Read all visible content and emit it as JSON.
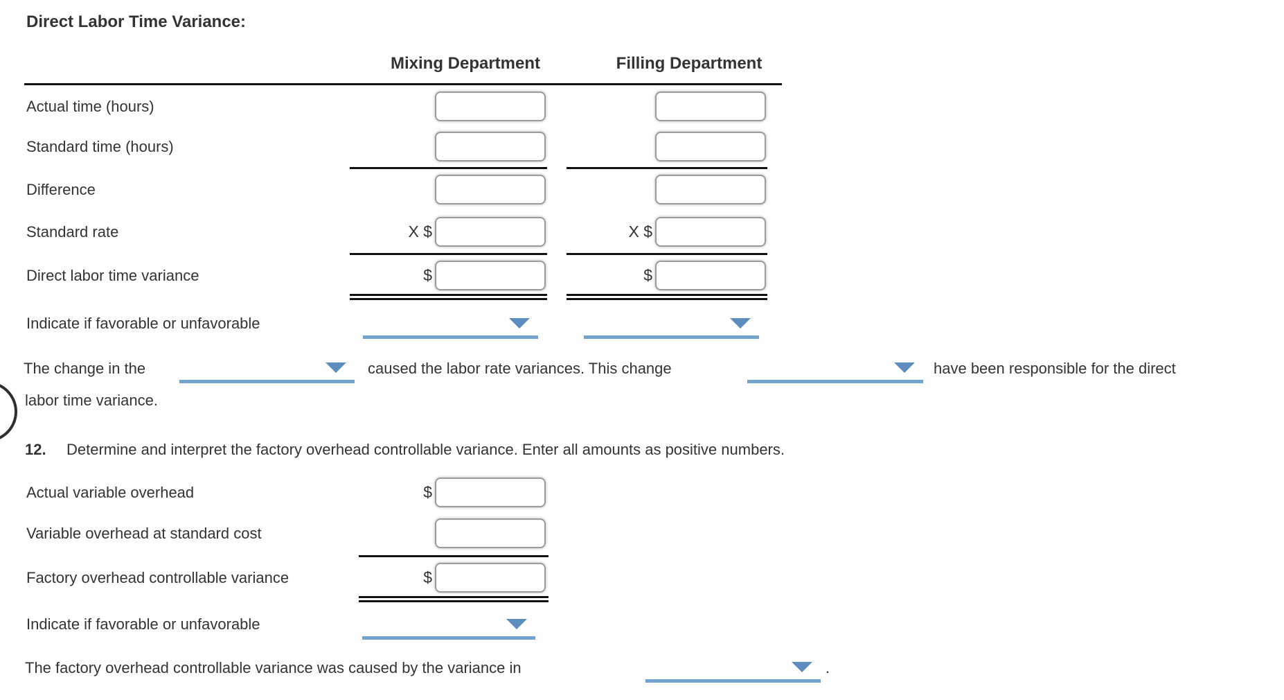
{
  "title": "Direct Labor Time Variance:",
  "labor_table": {
    "col_mixing": "Mixing Department",
    "col_filling": "Filling Department",
    "rows": {
      "actual_time": "Actual time (hours)",
      "standard_time": "Standard time (hours)",
      "difference": "Difference",
      "standard_rate": "Standard rate",
      "variance": "Direct labor time variance",
      "indicate": "Indicate if favorable or unfavorable"
    },
    "prefix_multiply": "X $",
    "prefix_dollar": "$"
  },
  "sentence1": {
    "part1": "The change in the",
    "part2": "caused the labor rate variances. This change",
    "part3": "have been responsible for the direct",
    "part4": "labor time variance."
  },
  "question12": {
    "number": "12.",
    "text": "Determine and interpret the factory overhead controllable variance. Enter all amounts as positive numbers.",
    "rows": {
      "actual_overhead": "Actual variable overhead",
      "standard_overhead": "Variable overhead at standard cost",
      "controllable_variance": "Factory overhead controllable variance",
      "indicate": "Indicate if favorable or unfavorable"
    },
    "prefix_dollar": "$",
    "sentence": "The factory overhead controllable variance was caused by the variance in",
    "sentence_period": "."
  },
  "colors": {
    "text": "#333333",
    "rule_black": "#111111",
    "accent_blue_line": "#74a2cf",
    "accent_blue_caret": "#5c8dbe",
    "input_border": "#9b9b9b"
  }
}
